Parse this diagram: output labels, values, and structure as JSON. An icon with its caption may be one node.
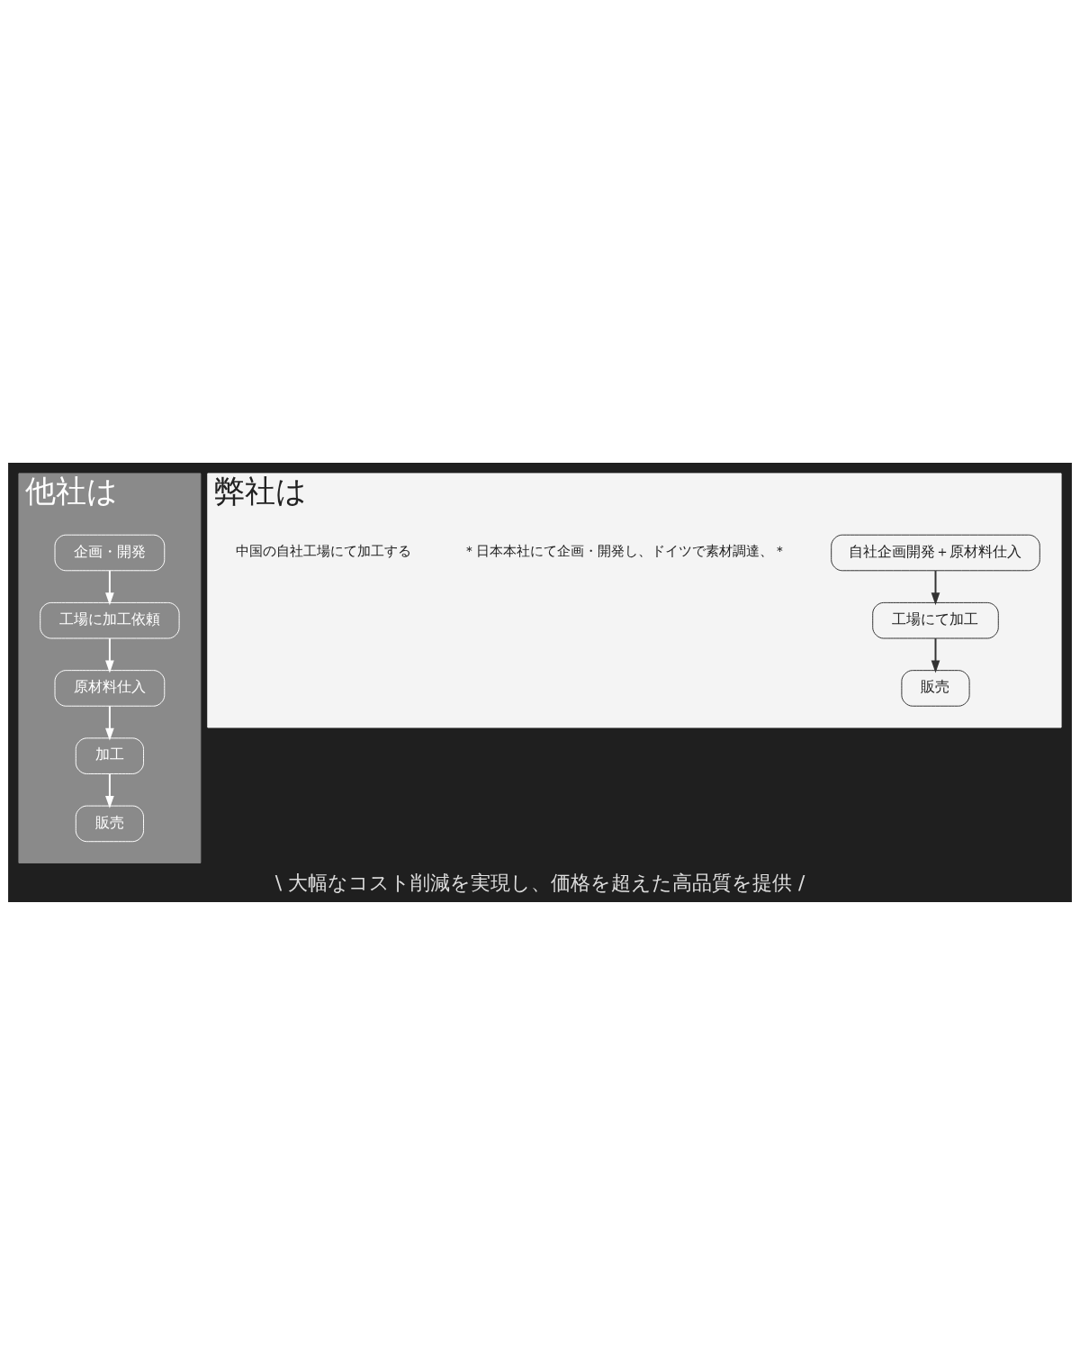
{
  "diagram": {
    "caption": "\\ 大幅なコスト削減を実現し、価格を超えた高品質を提供 /",
    "nodes": [
      {
        "text": [
          "他社は"
        ]
      },
      {
        "text": [
          "企画・開発"
        ],
        "in": 0
      },
      {
        "text": [
          "工場に加工依頼"
        ],
        "in": 0
      },
      {
        "text": [
          "原材料仕入"
        ],
        "in": 0
      },
      {
        "text": [
          "加工"
        ],
        "in": 0
      },
      {
        "text": [
          "販売"
        ],
        "in": 0
      },
      {
        "text": [
          "弊社は"
        ]
      },
      {
        "text": [
          "自社企画開発＋原材料仕入"
        ],
        "in": 6
      },
      {
        "text": [
          "工場にて加工"
        ],
        "in": 6
      },
      {
        "text": [
          "販売"
        ],
        "in": 6
      }
    ],
    "edges": [
      {
        "from": 1,
        "to": 2,
        "arrow": "to"
      },
      {
        "from": 2,
        "to": 3,
        "arrow": "to"
      },
      {
        "from": 3,
        "to": 4,
        "arrow": "to"
      },
      {
        "from": 4,
        "to": 5,
        "arrow": "to"
      },
      {
        "from": 7,
        "to": 8,
        "arrow": "to",
        "color": "#333333"
      },
      {
        "from": 8,
        "to": 9,
        "arrow": "to",
        "color": "#333333"
      }
    ],
    "labels": [
      "＊日本本社にて企画・開発し、ドイツで素材調達、＊",
      "中国の自社工場にて加工する"
    ]
  }
}
